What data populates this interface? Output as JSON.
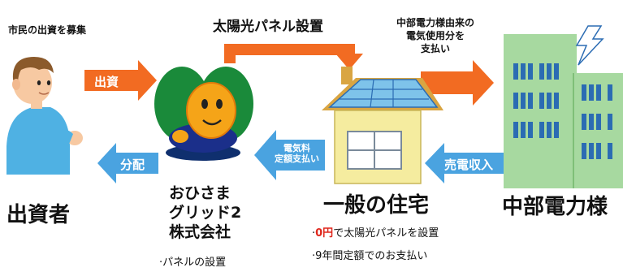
{
  "captions": {
    "citizens_recruit": "市民の出資を募集",
    "solar_install": "太陽光パネル設置",
    "chubu_payment": [
      "中部電力様由来の",
      "電気使用分を",
      "支払い"
    ]
  },
  "arrows": {
    "investment": "出資",
    "distribution": "分配",
    "electricity_fee": [
      "電気料",
      "定額支払い"
    ],
    "power_sales": "売電収入"
  },
  "entities": {
    "investor": "出資者",
    "company": [
      "おひさま",
      "グリッド",
      "株式会社"
    ],
    "company_number": "2",
    "house": "一般の住宅",
    "utility": "中部電力様"
  },
  "notes": {
    "house_line1_red": "0円",
    "house_line1_rest": "で太陽光パネルを設置",
    "house_line2": "9年間定額でのお支払い",
    "company_line1": "パネルの設置"
  },
  "colors": {
    "orange_arrow": "#f26b22",
    "blue_arrow": "#4aa3e0",
    "mascot_green": "#1a8a3a",
    "mascot_orange": "#f5a418",
    "building": "#a7d9a0",
    "window_blue": "#2b6cb3",
    "roof": "#d9a542",
    "house_wall": "#f5ec9f"
  }
}
